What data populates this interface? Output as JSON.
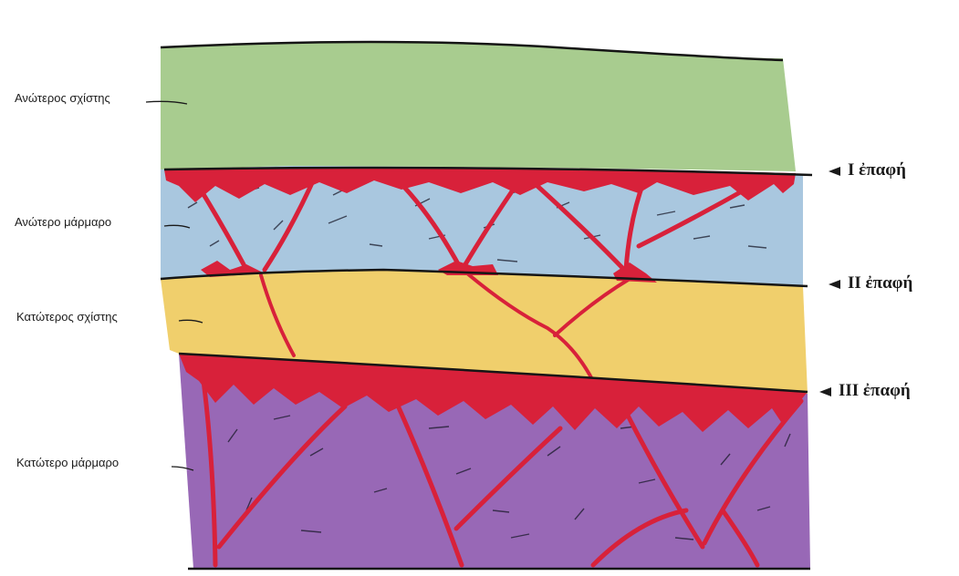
{
  "layers": {
    "upper_schist": {
      "label": "Ανώτερος σχίστης",
      "color": "#a8cc8f"
    },
    "upper_marble": {
      "label": "Ανώτερο μάρμαρο",
      "color": "#a9c7df"
    },
    "lower_schist": {
      "label": "Κατώτερος σχίστης",
      "color": "#f0cf6c"
    },
    "lower_marble": {
      "label": "Κατώτερο μάρμαρο",
      "color": "#9868b6"
    }
  },
  "contacts": [
    {
      "label": "I  ἐπαφή"
    },
    {
      "label": "II  ἐπαφή"
    },
    {
      "label": "III  ἐπαφή"
    }
  ],
  "colors": {
    "karst_red": "#d8213a",
    "boundary_line": "#151515"
  }
}
